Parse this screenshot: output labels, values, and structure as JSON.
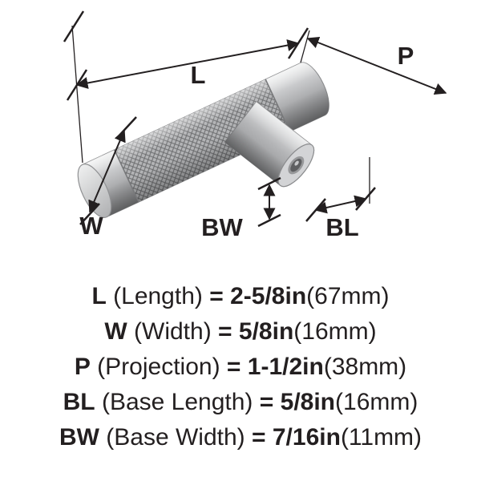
{
  "diagram": {
    "labels": {
      "length_code": "L",
      "projection_code": "P",
      "width_code": "W",
      "base_width_code": "BW",
      "base_length_code": "BL"
    },
    "colors": {
      "line": "#231f20",
      "metal_light": "#eceded",
      "metal_mid": "#b3b4b6",
      "metal_dark": "#838486"
    }
  },
  "specs": {
    "lines": [
      {
        "code": "L",
        "name": "(Length)",
        "eq": "=",
        "value": "2-5/8in",
        "metric": "(67mm)"
      },
      {
        "code": "W",
        "name": "(Width)",
        "eq": "=",
        "value": "5/8in",
        "metric": "(16mm)"
      },
      {
        "code": "P",
        "name": "(Projection)",
        "eq": "=",
        "value": "1-1/2in",
        "metric": "(38mm)"
      },
      {
        "code": "BL",
        "name": "(Base Length)",
        "eq": "=",
        "value": "5/8in",
        "metric": "(16mm)"
      },
      {
        "code": "BW",
        "name": "(Base Width)",
        "eq": "=",
        "value": "7/16in",
        "metric": "(11mm)"
      }
    ]
  }
}
